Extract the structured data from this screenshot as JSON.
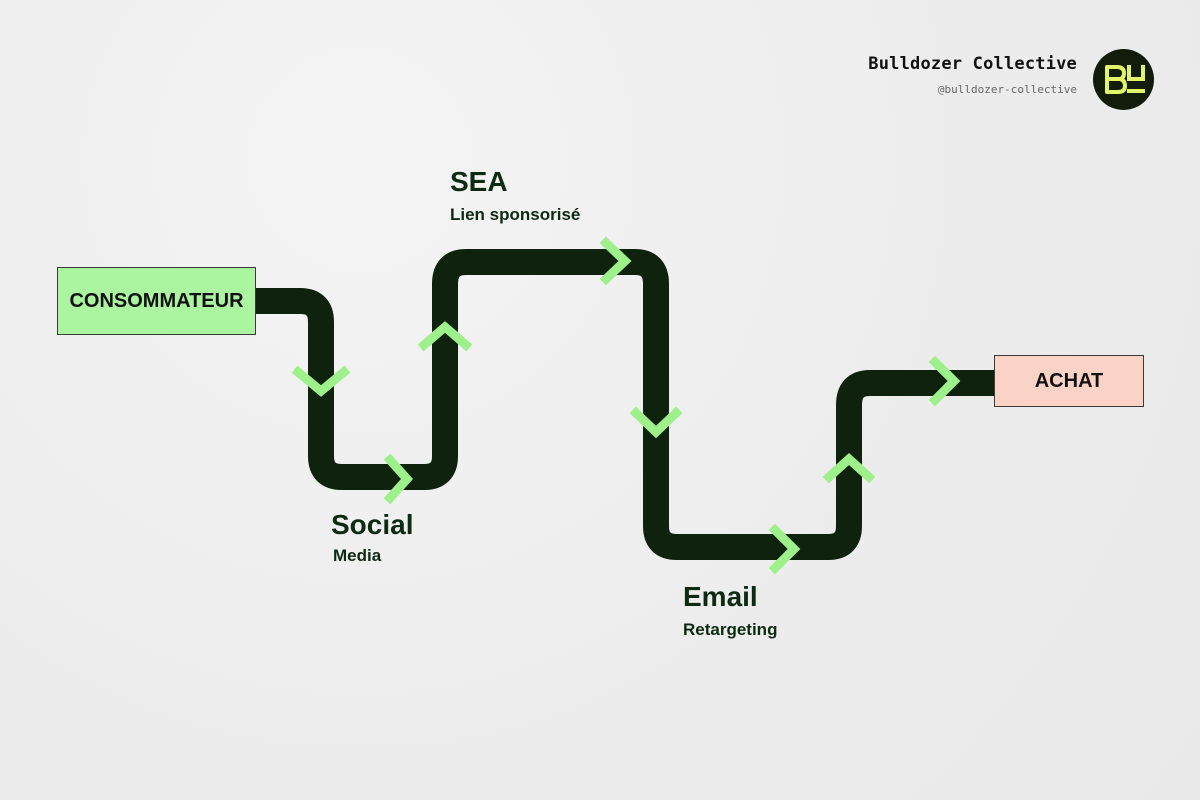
{
  "brand": {
    "name": "Bulldozer Collective",
    "handle": "@bulldozer-collective",
    "logo_text": "BU"
  },
  "flow": {
    "start": "CONSOMMATEUR",
    "end": "ACHAT",
    "steps": [
      {
        "title": "Social",
        "subtitle": "Media"
      },
      {
        "title": "SEA",
        "subtitle": "Lien sponsorisé"
      },
      {
        "title": "Email",
        "subtitle": "Retargeting"
      }
    ]
  },
  "colors": {
    "path": "#0e220e",
    "arrow": "#9ef08a",
    "start_fill": "#abf5a1",
    "end_fill": "#fbd2c6",
    "logo_bg": "#131c0a",
    "logo_fg": "#e2f56a"
  }
}
